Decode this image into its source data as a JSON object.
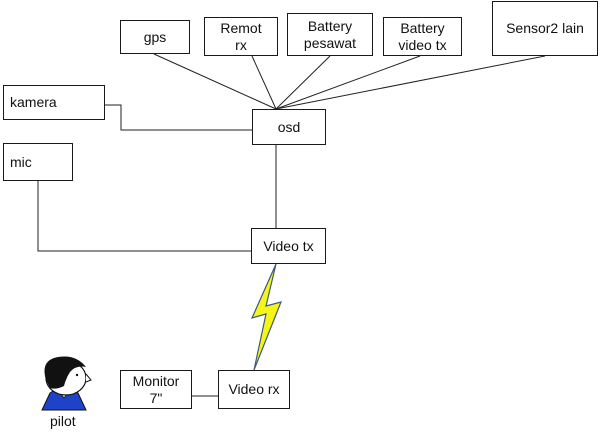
{
  "nodes": {
    "gps": "gps",
    "remot_rx": "Remot\nrx",
    "battery_pesawat": "Battery\npesawat",
    "battery_video_tx": "Battery\nvideo tx",
    "sensor2_lain": "Sensor2 lain",
    "kamera": "kamera",
    "osd": "osd",
    "mic": "mic",
    "video_tx": "Video tx",
    "monitor": "Monitor\n7\"",
    "video_rx": "Video rx"
  },
  "pilot_label": "pilot",
  "icons": [
    "wireless-link-bolt-icon",
    "pilot-avatar-icon"
  ],
  "colors": {
    "bolt_fill": "#f5f51a",
    "bolt_outline": "#3d5a7a",
    "pilot_shirt": "#1e43c8"
  }
}
